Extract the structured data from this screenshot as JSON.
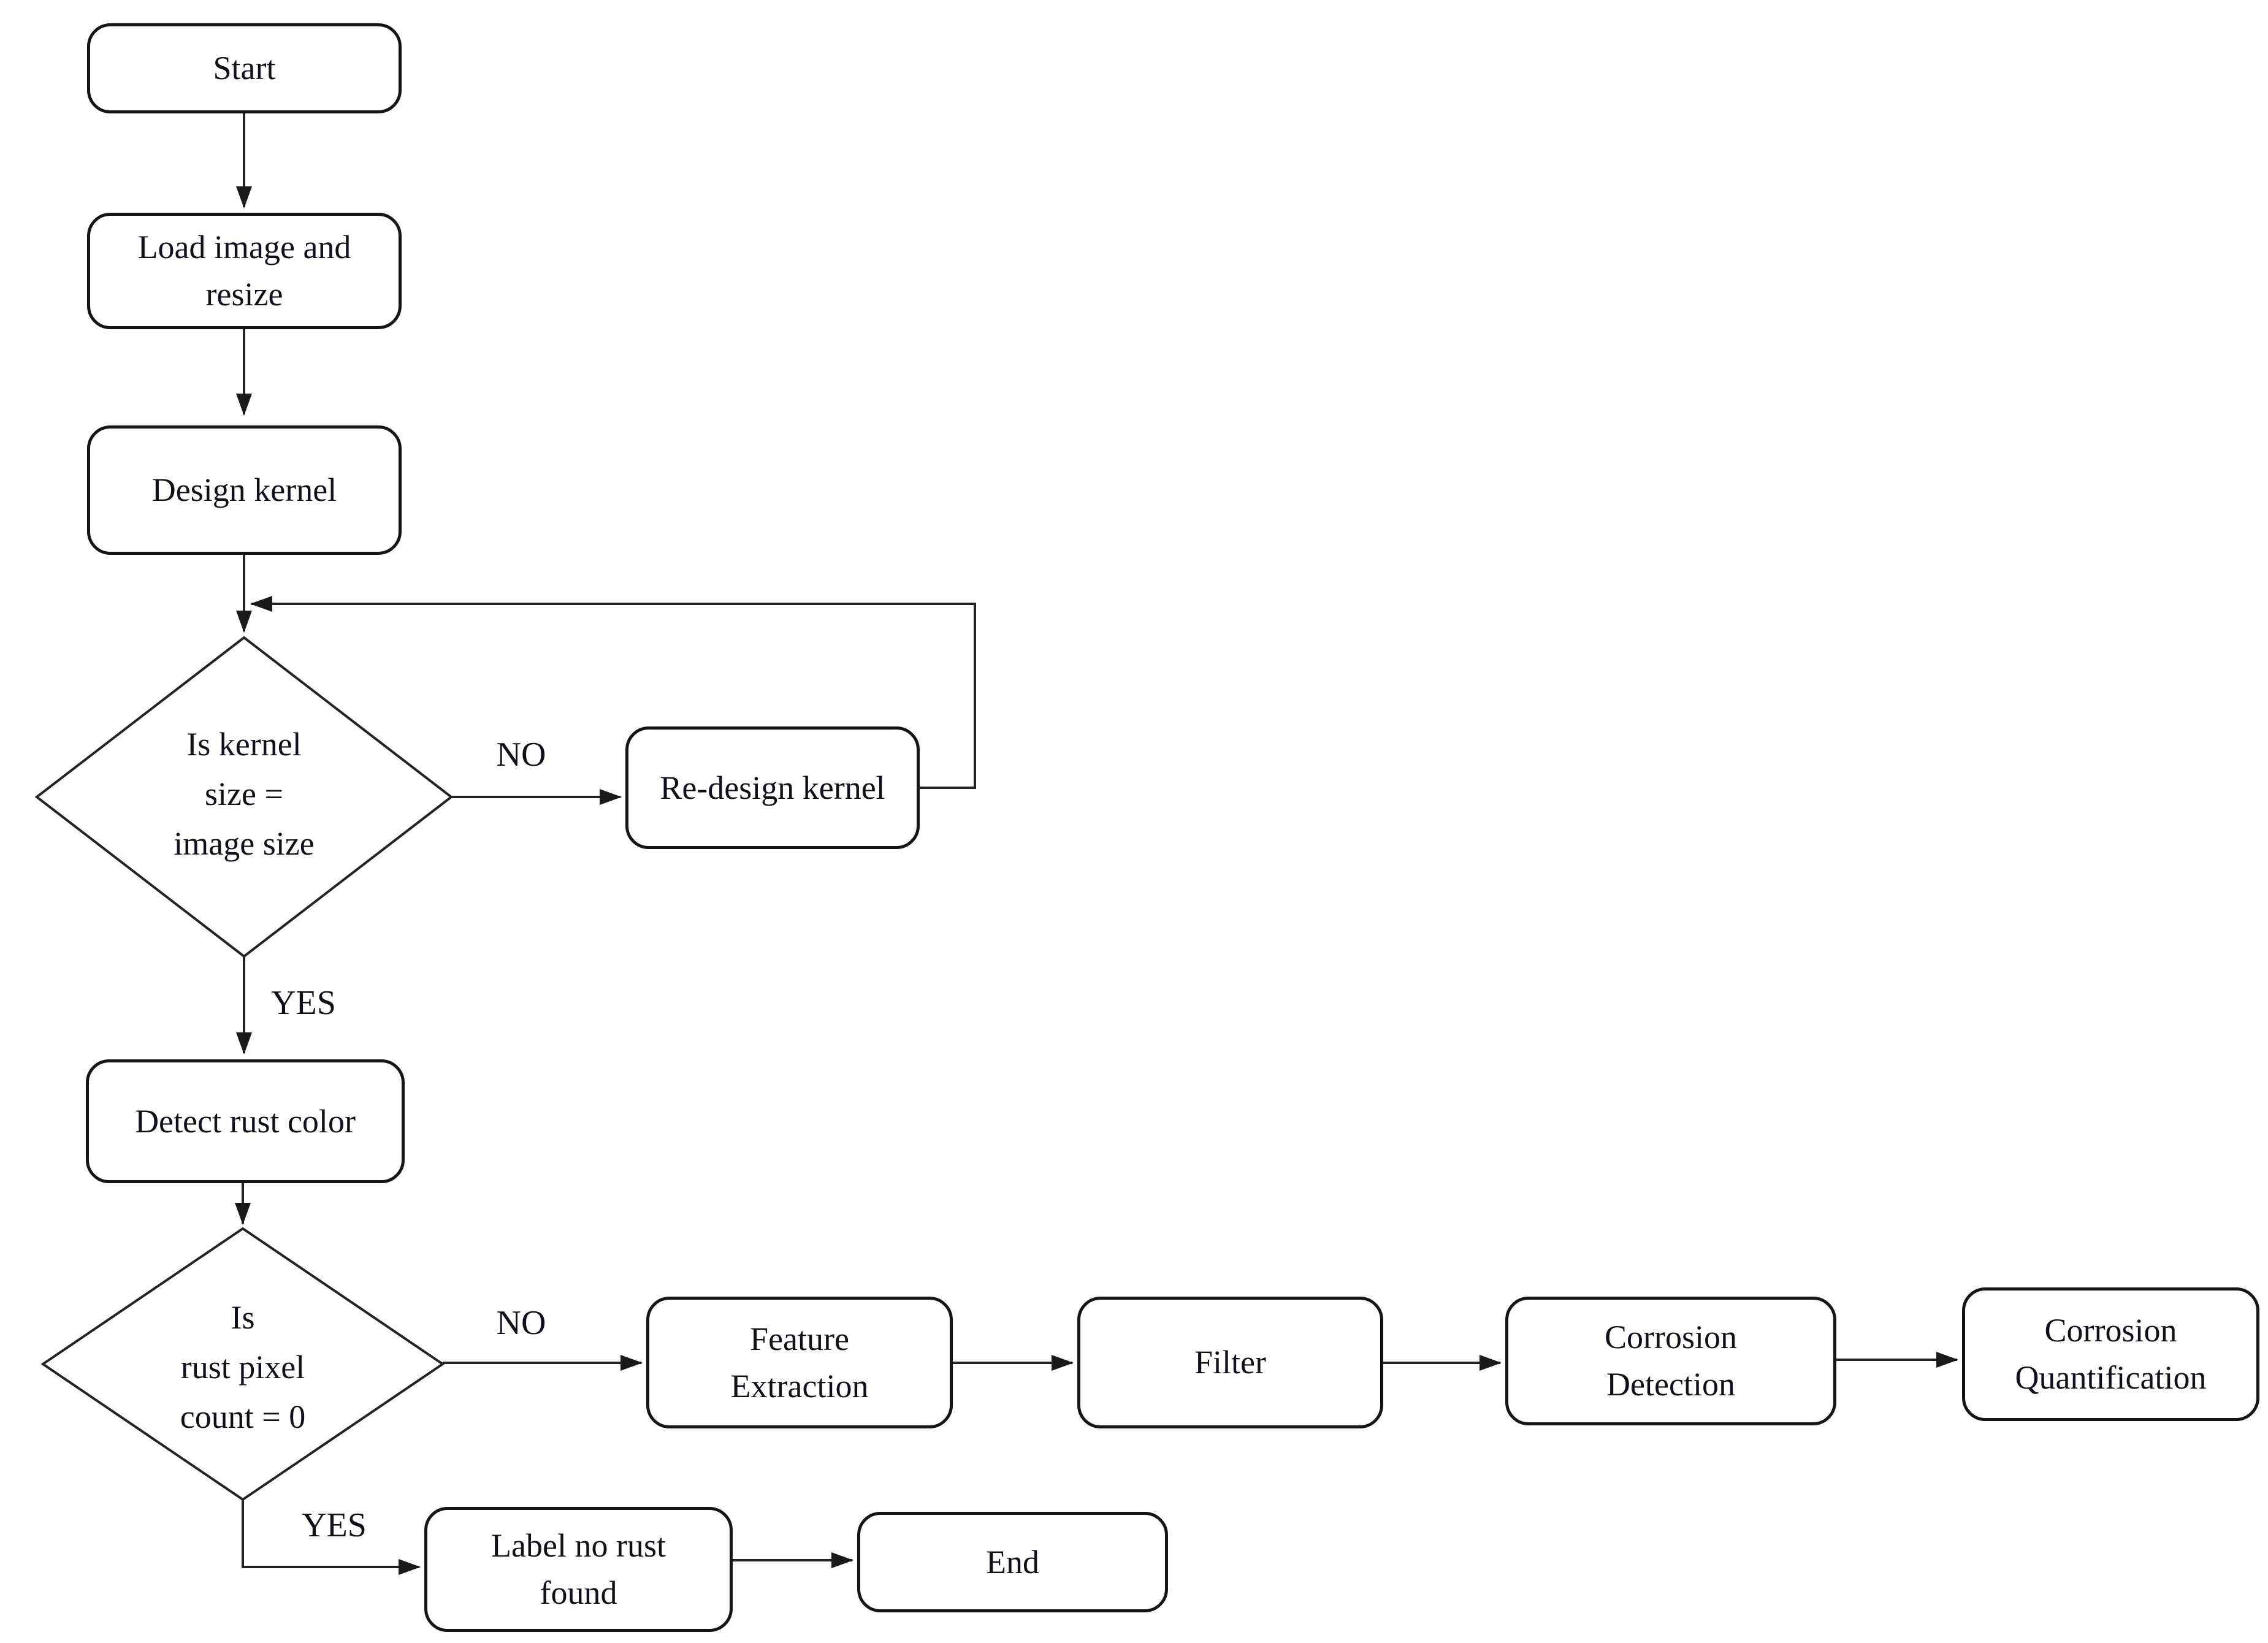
{
  "diagram": {
    "description": "Flowchart of a rust / corrosion detection image-processing algorithm",
    "colors": {
      "background": "#ffffff",
      "line": "#232323",
      "border": "#151515",
      "text": "#10101a"
    },
    "nodes": {
      "start": {
        "label": "Start",
        "shape": "rounded-rect"
      },
      "load": {
        "label": "Load image and\nresize",
        "shape": "rounded-rect"
      },
      "design_kernel": {
        "label": "Design kernel",
        "shape": "rounded-rect"
      },
      "kernel_decision": {
        "label": "Is kernel\nsize =\nimage size",
        "shape": "diamond"
      },
      "redesign": {
        "label": "Re-design kernel",
        "shape": "rounded-rect"
      },
      "detect": {
        "label": "Detect rust color",
        "shape": "rounded-rect"
      },
      "rust_decision": {
        "label": "Is\nrust pixel\ncount = 0",
        "shape": "diamond"
      },
      "feature": {
        "label": "Feature\nExtraction",
        "shape": "rounded-rect"
      },
      "filter": {
        "label": "Filter",
        "shape": "rounded-rect"
      },
      "detection": {
        "label": "Corrosion\nDetection",
        "shape": "rounded-rect"
      },
      "quantification": {
        "label": "Corrosion\nQuantification",
        "shape": "rounded-rect"
      },
      "label_no_rust": {
        "label": "Label no rust\nfound",
        "shape": "rounded-rect"
      },
      "end": {
        "label": "End",
        "shape": "rounded-rect"
      }
    },
    "edge_labels": {
      "kernel_no": "NO",
      "kernel_yes": "YES",
      "rust_no": "NO",
      "rust_yes": "YES"
    },
    "edges": [
      {
        "from": "start",
        "to": "load"
      },
      {
        "from": "load",
        "to": "design_kernel"
      },
      {
        "from": "design_kernel",
        "to": "kernel_decision"
      },
      {
        "from": "kernel_decision",
        "to": "redesign",
        "label": "NO"
      },
      {
        "from": "redesign",
        "to": "kernel_decision",
        "note": "feedback loop back above decision"
      },
      {
        "from": "kernel_decision",
        "to": "detect",
        "label": "YES"
      },
      {
        "from": "detect",
        "to": "rust_decision"
      },
      {
        "from": "rust_decision",
        "to": "feature",
        "label": "NO"
      },
      {
        "from": "feature",
        "to": "filter"
      },
      {
        "from": "filter",
        "to": "detection"
      },
      {
        "from": "detection",
        "to": "quantification"
      },
      {
        "from": "rust_decision",
        "to": "label_no_rust",
        "label": "YES"
      },
      {
        "from": "label_no_rust",
        "to": "end"
      }
    ]
  }
}
